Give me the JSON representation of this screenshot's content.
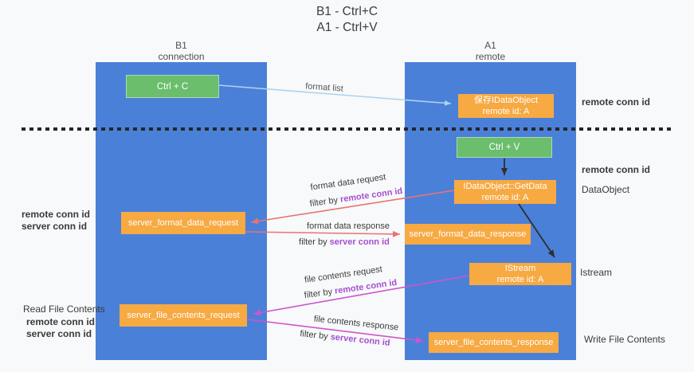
{
  "title": {
    "line1": "B1 - Ctrl+C",
    "line2": "A1 - Ctrl+V"
  },
  "columns": {
    "left": {
      "name": "B1",
      "role": "connection"
    },
    "right": {
      "name": "A1",
      "role": "remote"
    }
  },
  "boxes": {
    "ctrl_c": "Ctrl + C",
    "ctrl_v": "Ctrl + V",
    "save_dataobject": {
      "title": "保存IDataObject",
      "subtitle": "remote id: A"
    },
    "getdata": {
      "title": "IDataObject::GetData",
      "subtitle": "remote id: A"
    },
    "istream": {
      "title": "IStream",
      "subtitle": "remote id: A"
    },
    "server_format_data_request": "server_format_data_request",
    "server_format_data_response": "server_format_data_response",
    "server_file_contents_request": "server_file_contents_request",
    "server_file_contents_response": "server_file_contents_response"
  },
  "arrow_labels": {
    "format_list": "format list",
    "format_data_request": "format data request",
    "format_data_response": "format data response",
    "file_contents_request": "file contents request",
    "file_contents_response": "file contents response",
    "filter_by": "filter by ",
    "remote_conn_id": "remote conn id",
    "server_conn_id": "server conn id"
  },
  "side_labels": {
    "remote_conn_id": "remote conn id",
    "server_conn_id": "server conn id",
    "dataobject": "DataObject",
    "istream": "Istream",
    "read_file_contents": "Read File Contents",
    "write_file_contents": "Write File Contents"
  },
  "colors": {
    "column_blue": "#4b80d8",
    "box_green": "#6abe6c",
    "box_orange": "#f7a942",
    "arrow_red": "#e87373",
    "arrow_magenta": "#cd55cd",
    "arrow_light_blue": "#a9d3ef",
    "arrow_black": "#2e2e2e",
    "text_purple": "#a44fd0",
    "text_green": "#55b559",
    "dashed_line": "#262626"
  }
}
